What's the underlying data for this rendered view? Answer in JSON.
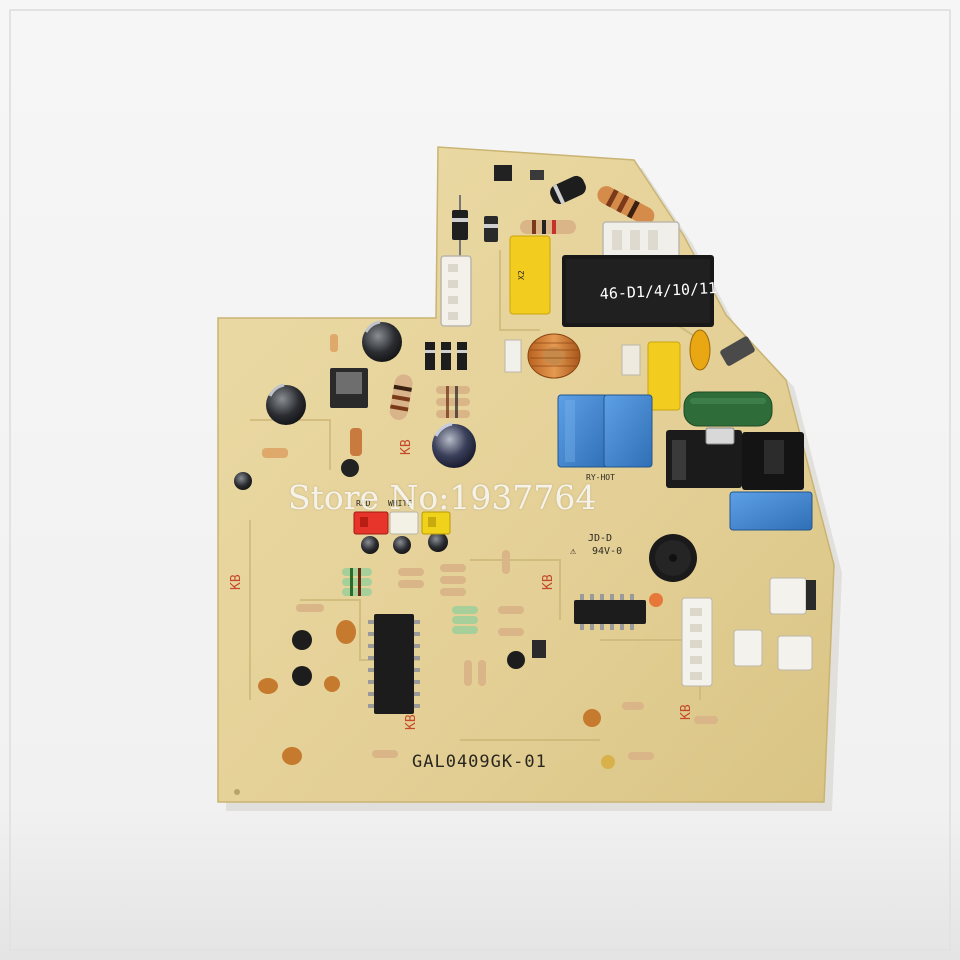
{
  "board": {
    "part_number": "GAL0409GK-01",
    "relay_marking": "46-D1/4/10/11",
    "silkscreen": {
      "red": "RED",
      "white": "WHITE",
      "jd": "JD-D",
      "rating": "94V-0",
      "brand": "KB",
      "ry_hot": "RY-HOT"
    }
  },
  "watermark": {
    "text": "Store No:1937764"
  },
  "colors": {
    "pcb": "#e6d39a",
    "background": "#f4f4f4",
    "capacitor_blue": "#3f86d1",
    "capacitor_yellow": "#f2cc1f",
    "capacitor_green": "#2e6d3a",
    "led_red": "#e8352b",
    "led_yellow": "#f0d21a"
  }
}
